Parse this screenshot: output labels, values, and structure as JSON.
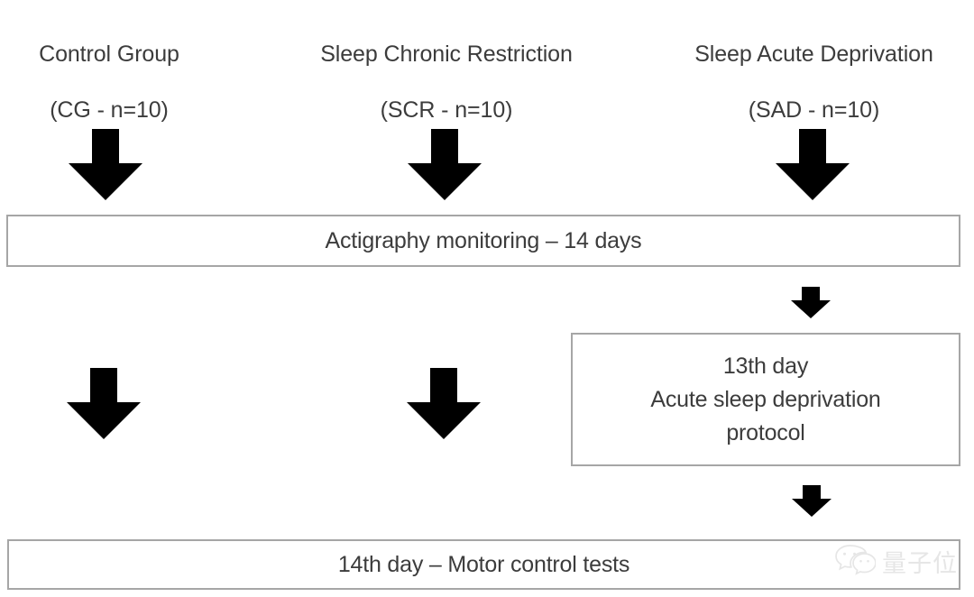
{
  "diagram": {
    "title": "Sleep study experimental protocol flowchart",
    "background_color": "#ffffff",
    "text_color": "#3c3c3c",
    "box_border_color": "#a6a6a6",
    "arrow_color": "#000000",
    "groups": [
      {
        "id": "control-group",
        "line1": "Control Group",
        "line2": "(CG - n=10)",
        "abbreviation": "CG",
        "n": 10
      },
      {
        "id": "sleep-chronic-restriction",
        "line1": "Sleep Chronic Restriction",
        "line2": "(SCR - n=10)",
        "abbreviation": "SCR",
        "n": 10
      },
      {
        "id": "sleep-acute-deprivation",
        "line1": "Sleep Acute Deprivation",
        "line2": "(SAD - n=10)",
        "abbreviation": "SAD",
        "n": 10
      }
    ],
    "steps": {
      "actigraphy": "Actigraphy monitoring – 14 days",
      "acute_protocol_line1": "13th day",
      "acute_protocol_line2": "Acute sleep deprivation",
      "acute_protocol_line3": "protocol",
      "motor_tests": "14th day – Motor control tests"
    },
    "watermark": {
      "text": "量子位",
      "icon": "wechat-speech-bubbles-icon",
      "color": "#d2d2d2"
    }
  }
}
